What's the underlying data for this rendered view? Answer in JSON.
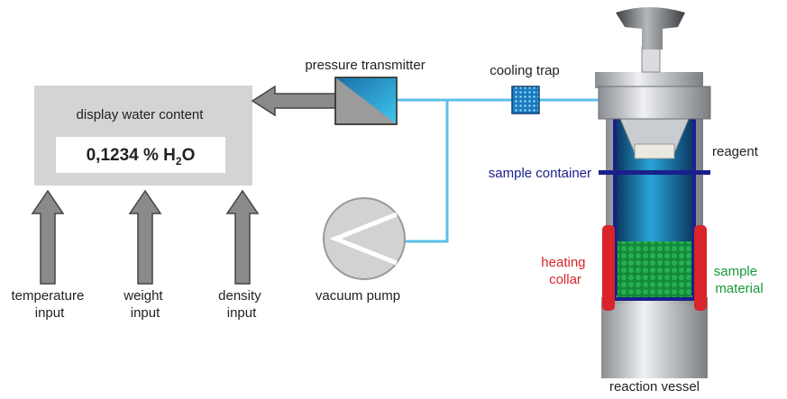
{
  "display": {
    "title": "display water content",
    "value_main": "0,1234 % H",
    "value_sub": "2",
    "value_tail": "O"
  },
  "inputs": {
    "temperature": [
      "temperature",
      "input"
    ],
    "weight": [
      "weight",
      "input"
    ],
    "density": [
      "density",
      "input"
    ]
  },
  "labels": {
    "pressure_transmitter": "pressure transmitter",
    "cooling_trap": "cooling trap",
    "vacuum_pump": "vacuum pump",
    "reagent": "reagent",
    "sample_container": "sample container",
    "heating_collar": [
      "heating",
      "collar"
    ],
    "sample_material": [
      "sample",
      "material"
    ],
    "reaction_vessel": "reaction vessel"
  },
  "colors": {
    "pipe": "#5bc0e6",
    "container": "#1a1f8c",
    "heating": "#d8242a",
    "sample": "#1a9a3c",
    "box": "#d4d4d4"
  }
}
